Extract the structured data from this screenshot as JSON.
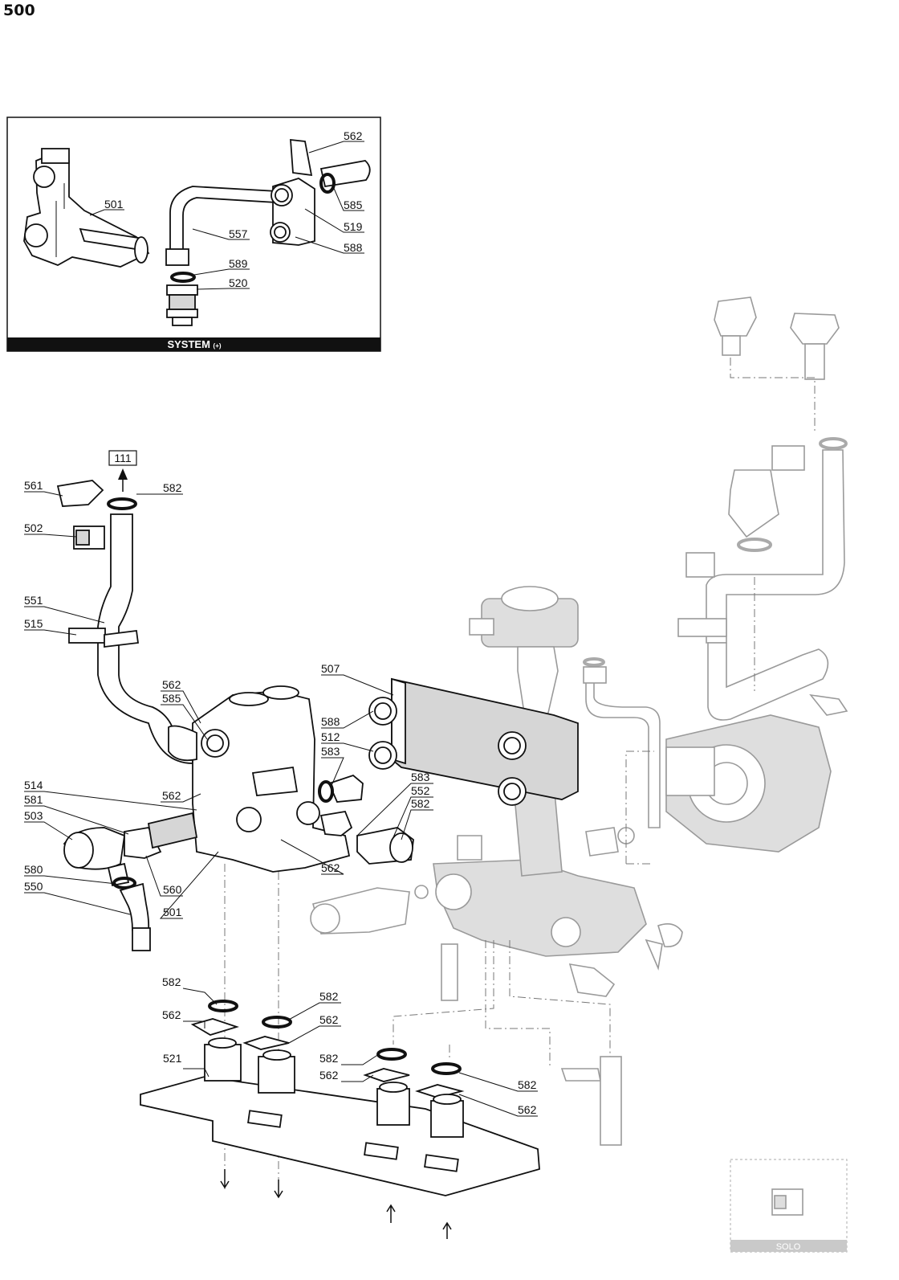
{
  "page": {
    "title": "500"
  },
  "inset": {
    "footer_label": "SYSTEM",
    "footer_suffix": "(+)",
    "callouts": [
      "562",
      "501",
      "585",
      "519",
      "557",
      "588",
      "589",
      "520"
    ]
  },
  "main": {
    "reference_box": "111",
    "callouts_left": [
      "561",
      "582",
      "502",
      "551",
      "515",
      "562",
      "585",
      "507",
      "588",
      "512",
      "583",
      "514",
      "581",
      "503",
      "562",
      "583",
      "552",
      "582",
      "580",
      "550",
      "560",
      "501",
      "562"
    ],
    "callouts_bottom": [
      "582",
      "562",
      "582",
      "562",
      "582",
      "562",
      "521",
      "582",
      "562"
    ]
  },
  "corner_panel": {
    "label": "SOLO"
  }
}
